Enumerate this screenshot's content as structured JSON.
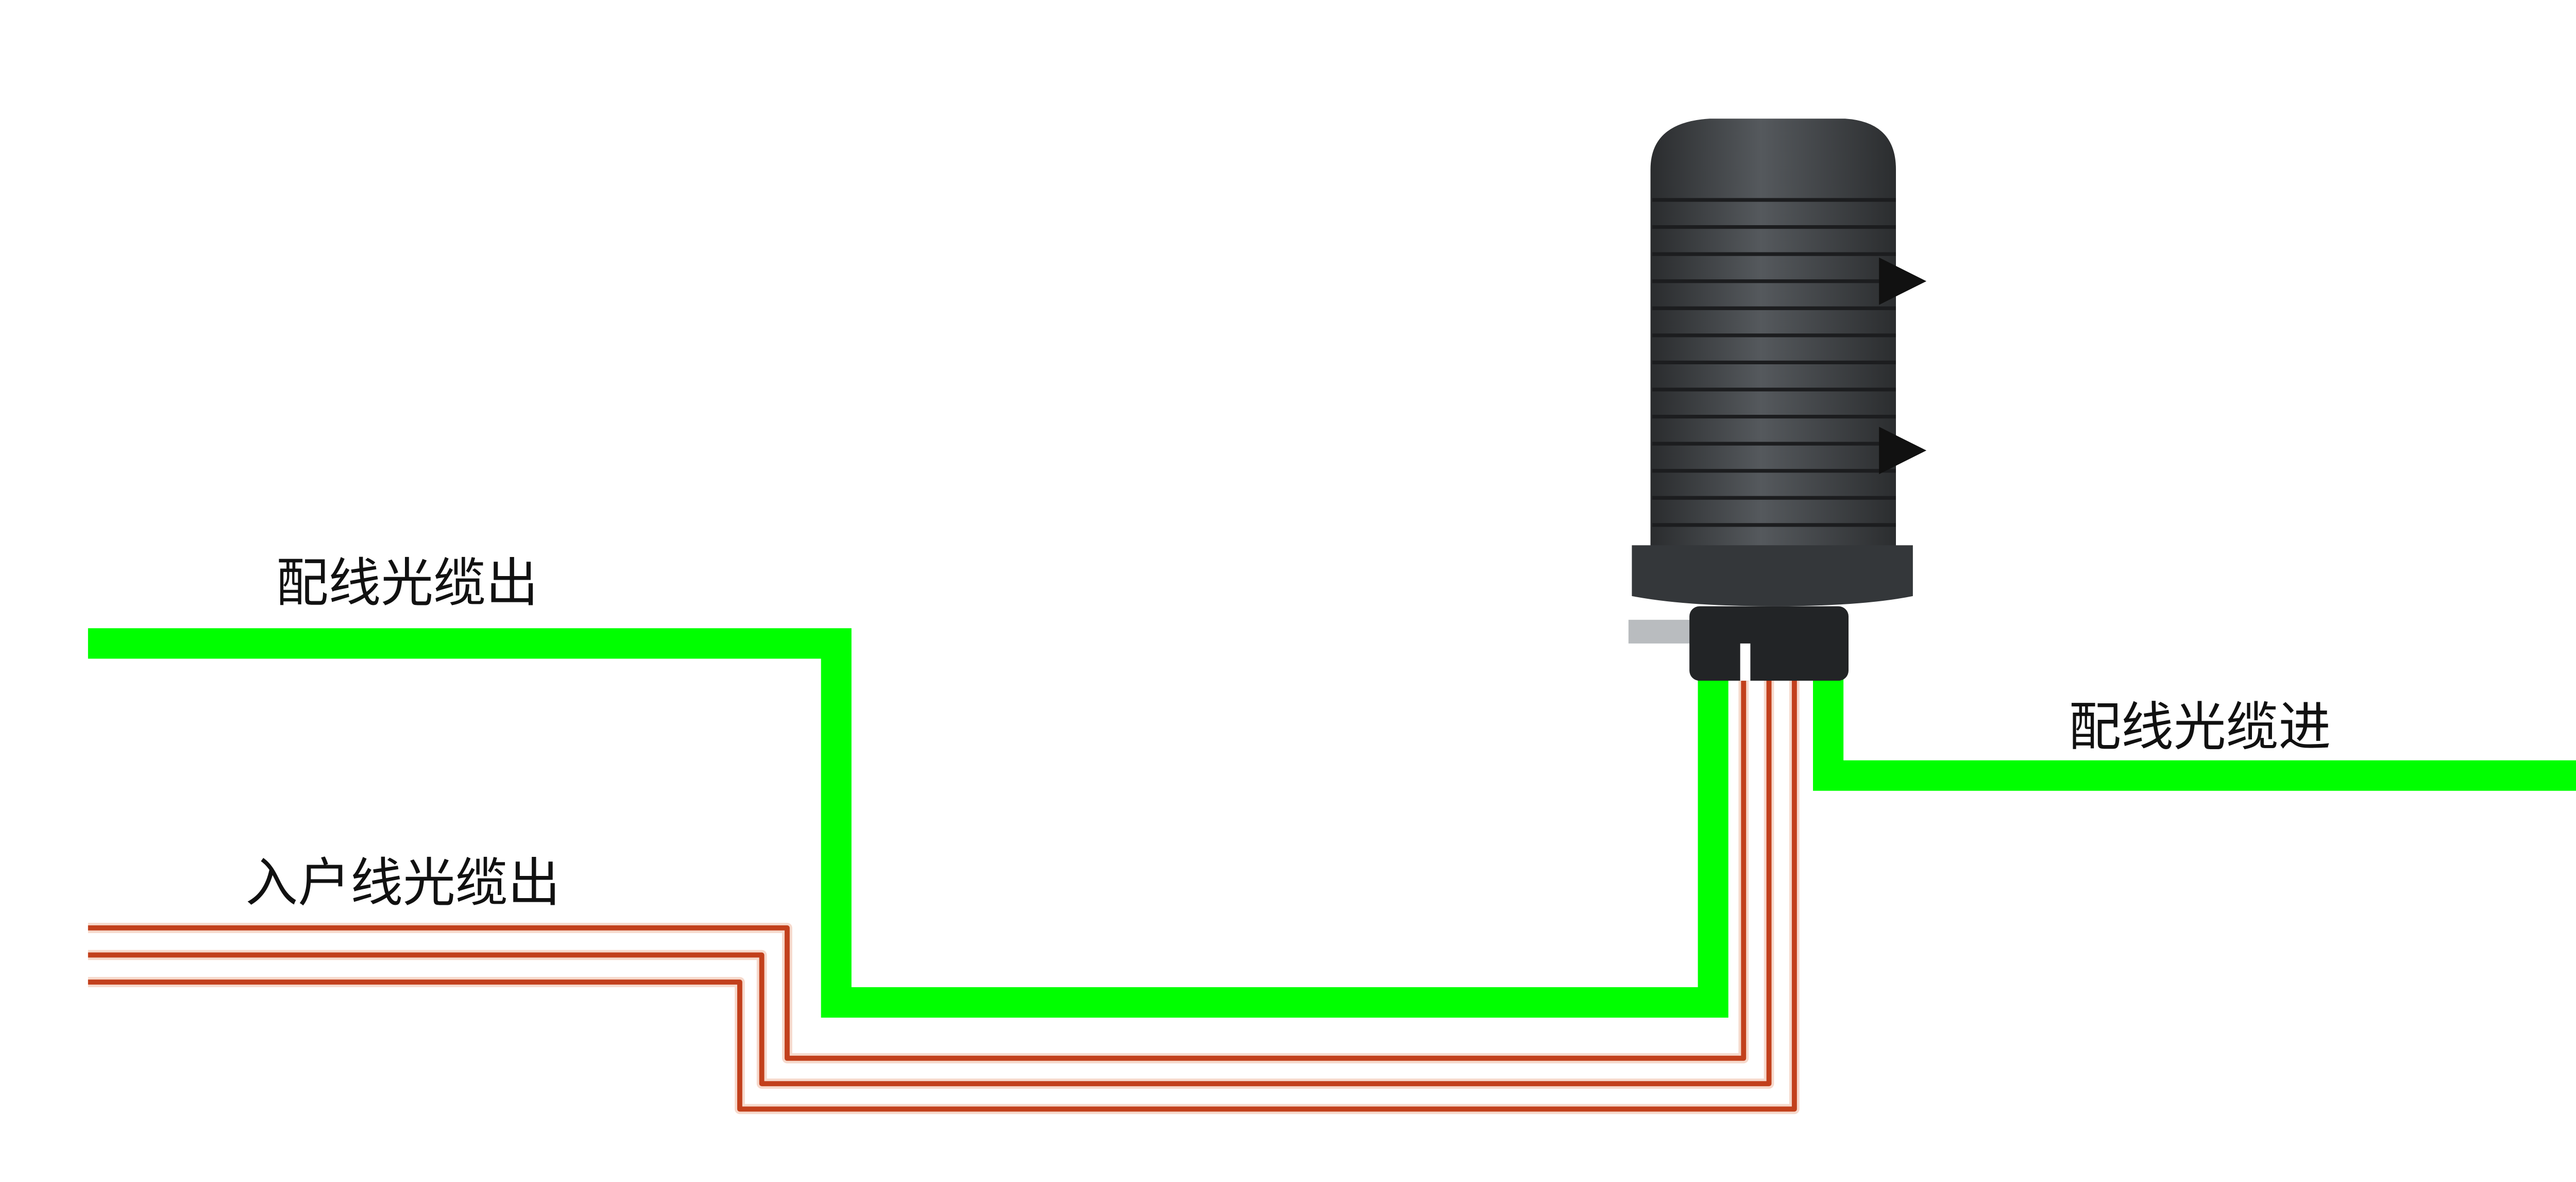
{
  "labels": {
    "distribution_out": "配线光缆出",
    "drop_out": "入户线光缆出",
    "distribution_in": "配线光缆进"
  },
  "colors": {
    "distribution_cable": "#00ff00",
    "drop_cable": "#c2401c",
    "closure_body": "#3a3d40"
  },
  "icons": {
    "closure": "fiber-splice-closure-icon"
  }
}
